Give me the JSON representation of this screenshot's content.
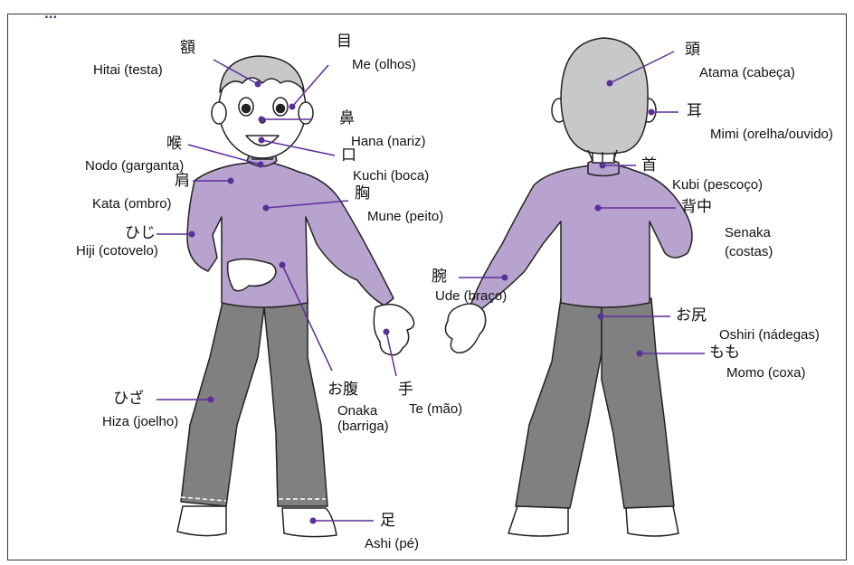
{
  "header": {
    "title_cutoff": "..."
  },
  "palette": {
    "shirt": "#b8a3cf",
    "pants": "#808080",
    "hair": "#c8c8c8",
    "accent": "#5b2f9a",
    "outline": "#222222"
  },
  "front": {
    "labels": [
      {
        "id": "hitai",
        "jp": "額",
        "pt": "Hitai (testa)"
      },
      {
        "id": "me",
        "jp": "目",
        "pt": "Me (olhos)"
      },
      {
        "id": "hana",
        "jp": "鼻",
        "pt": "Hana (nariz)"
      },
      {
        "id": "nodo",
        "jp": "喉",
        "pt": "Nodo (garganta)"
      },
      {
        "id": "kuchi",
        "jp": "口",
        "pt": "Kuchi (boca)"
      },
      {
        "id": "kata",
        "jp": "肩",
        "pt": "Kata (ombro)"
      },
      {
        "id": "mune",
        "jp": "胸",
        "pt": "Mune (peito)"
      },
      {
        "id": "hiji",
        "jp": "ひじ",
        "pt": "Hiji (cotovelo)"
      },
      {
        "id": "onaka",
        "jp": "お腹",
        "pt": "Onaka (barriga)"
      },
      {
        "id": "te",
        "jp": "手",
        "pt": "Te (mão)"
      },
      {
        "id": "hiza",
        "jp": "ひざ",
        "pt": "Hiza (joelho)"
      },
      {
        "id": "ashi",
        "jp": "足",
        "pt": "Ashi (pé)"
      }
    ]
  },
  "back": {
    "labels": [
      {
        "id": "atama",
        "jp": "頭",
        "pt": "Atama (cabeça)"
      },
      {
        "id": "mimi",
        "jp": "耳",
        "pt": "Mimi (orelha/ouvido)"
      },
      {
        "id": "kubi",
        "jp": "首",
        "pt": "Kubi (pescoço)"
      },
      {
        "id": "senaka",
        "jp": "背中",
        "pt": "Senaka (costas)"
      },
      {
        "id": "ude",
        "jp": "腕",
        "pt": "Ude (braço)"
      },
      {
        "id": "oshiri",
        "jp": "お尻",
        "pt": "Oshiri (nádegas)"
      },
      {
        "id": "momo",
        "jp": "もも",
        "pt": "Momo (coxa)"
      }
    ]
  }
}
